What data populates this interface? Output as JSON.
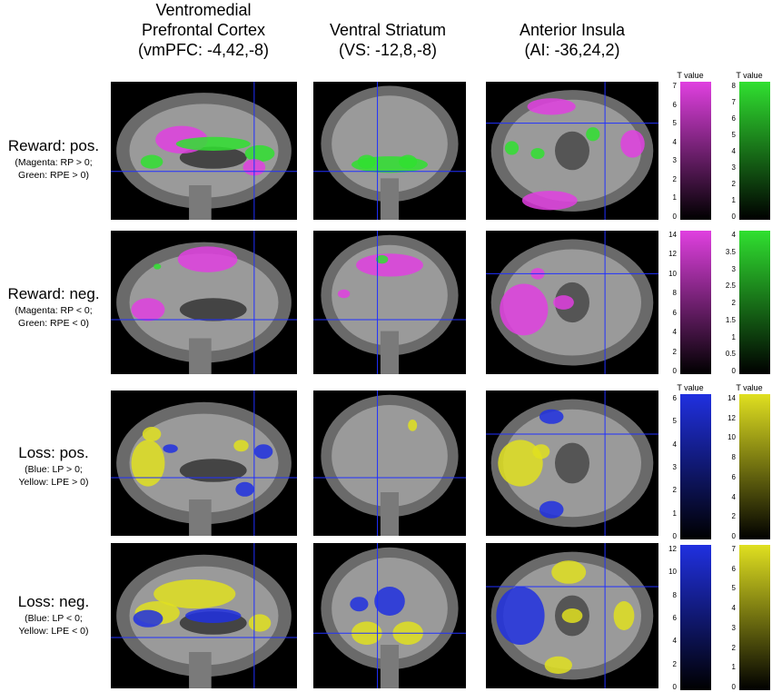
{
  "columns": [
    {
      "lines": [
        "Ventromedial",
        "Prefrontal Cortex",
        "(vmPFC: -4,42,-8)"
      ]
    },
    {
      "lines": [
        "Ventral Striatum",
        "(VS: -12,8,-8)"
      ]
    },
    {
      "lines": [
        "Anterior Insula",
        "(AI: -36,24,2)"
      ]
    }
  ],
  "rows": [
    {
      "label": "Reward: pos.",
      "sub1": "(Magenta: RP > 0;",
      "sub2": "Green: RPE > 0)"
    },
    {
      "label": "Reward: neg.",
      "sub1": "(Magenta: RP < 0;",
      "sub2": "Green: RPE < 0)"
    },
    {
      "label": "Loss: pos.",
      "sub1": "(Blue: LP > 0;",
      "sub2": "Yellow: LPE > 0)"
    },
    {
      "label": "Loss: neg.",
      "sub1": "(Blue: LP < 0;",
      "sub2": "Yellow: LPE < 0)"
    }
  ],
  "colorbars": [
    {
      "title": "T value",
      "color": "#e040e0",
      "ticks": [
        "7",
        "6",
        "5",
        "4",
        "3",
        "2",
        "1",
        "0"
      ]
    },
    {
      "title": "T value",
      "color": "#30e030",
      "ticks": [
        "8",
        "7",
        "6",
        "5",
        "4",
        "3",
        "2",
        "1",
        "0"
      ]
    },
    {
      "title": "",
      "color": "#e040e0",
      "ticks": [
        "14",
        "12",
        "10",
        "8",
        "6",
        "4",
        "2",
        "0"
      ]
    },
    {
      "title": "",
      "color": "#30e030",
      "ticks": [
        "4",
        "3.5",
        "3",
        "2.5",
        "2",
        "1.5",
        "1",
        "0.5",
        "0"
      ]
    },
    {
      "title": "T value",
      "color": "#2030e0",
      "ticks": [
        "6",
        "5",
        "4",
        "3",
        "2",
        "1",
        "0"
      ]
    },
    {
      "title": "T value",
      "color": "#e0e020",
      "ticks": [
        "14",
        "12",
        "10",
        "8",
        "6",
        "4",
        "2",
        "0"
      ]
    },
    {
      "title": "",
      "color": "#2030e0",
      "ticks": [
        "12",
        "10",
        "8",
        "6",
        "4",
        "2",
        "0"
      ]
    },
    {
      "title": "",
      "color": "#e0e020",
      "ticks": [
        "7",
        "6",
        "5",
        "4",
        "3",
        "2",
        "1",
        "0"
      ]
    }
  ],
  "overlay_colors": {
    "reward_a": "#e040e0",
    "reward_b": "#30e030",
    "loss_a": "#2030e0",
    "loss_b": "#e0e020"
  }
}
